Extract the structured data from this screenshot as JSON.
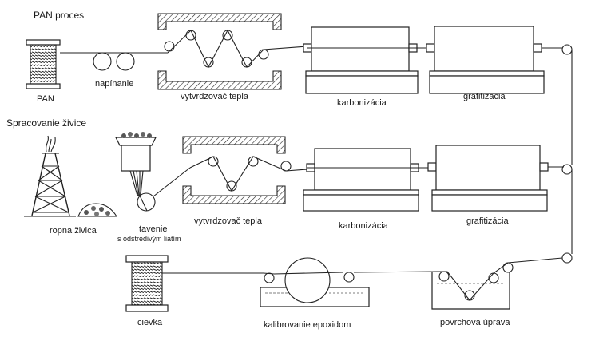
{
  "sections": {
    "pan_title": "PAN proces",
    "pitch_title": "Spracovanie živice"
  },
  "labels": {
    "pan": "PAN",
    "tensioning": "napínanie",
    "stabilizer_top": "vytvrdzovač tepla",
    "carbonization_top": "karbonizácia",
    "graphitization_top": "grafitizacia",
    "petroleum_pitch": "ropna živica",
    "melt_spinning_1": "tavenie",
    "melt_spinning_2": "s odstredivým liatím",
    "stabilizer_mid": "vytvrdzovač tepla",
    "carbonization_mid": "karbonizácia",
    "graphitization_mid": "grafitizácia",
    "spool": "cievka",
    "epoxy_sizing": "kalibrovanie epoxidom",
    "surface_treatment": "povrchova úprava"
  }
}
